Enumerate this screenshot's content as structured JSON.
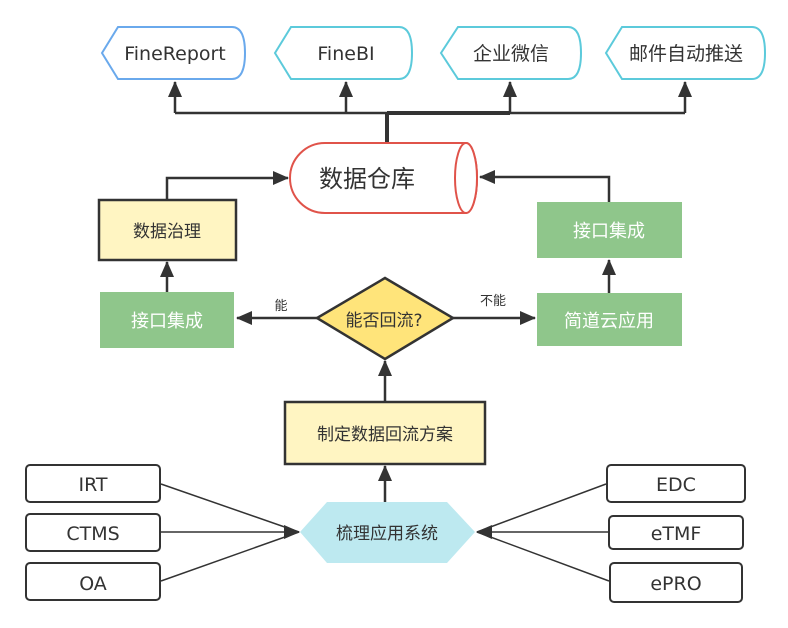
{
  "diagram": {
    "colors": {
      "finereport_border": "#6aa9ec",
      "cyan_border": "#5ccadb",
      "warehouse_border": "#e0534a",
      "yellow_fill": "#fff5c2",
      "diamond_fill": "#ffe47a",
      "green_fill": "#8fc68b",
      "hexagon_fill": "#bde9f0",
      "line": "#333333"
    },
    "outputs": [
      {
        "id": "finereport",
        "label": "FineReport"
      },
      {
        "id": "finebi",
        "label": "FineBI"
      },
      {
        "id": "wecom",
        "label": "企业微信"
      },
      {
        "id": "email",
        "label": "邮件自动推送"
      }
    ],
    "warehouse": {
      "label": "数据仓库"
    },
    "governance": {
      "label": "数据治理"
    },
    "integration_left": {
      "label": "接口集成"
    },
    "integration_right": {
      "label": "接口集成"
    },
    "jiandao": {
      "label": "简道云应用"
    },
    "decision": {
      "label": "能否回流?"
    },
    "edge_yes": {
      "label": "能"
    },
    "edge_no": {
      "label": "不能"
    },
    "plan": {
      "label": "制定数据回流方案"
    },
    "sort_systems": {
      "label": "梳理应用系统"
    },
    "left_systems": [
      {
        "label": "IRT"
      },
      {
        "label": "CTMS"
      },
      {
        "label": "OA"
      }
    ],
    "right_systems": [
      {
        "label": "EDC"
      },
      {
        "label": "eTMF"
      },
      {
        "label": "ePRO"
      }
    ]
  }
}
